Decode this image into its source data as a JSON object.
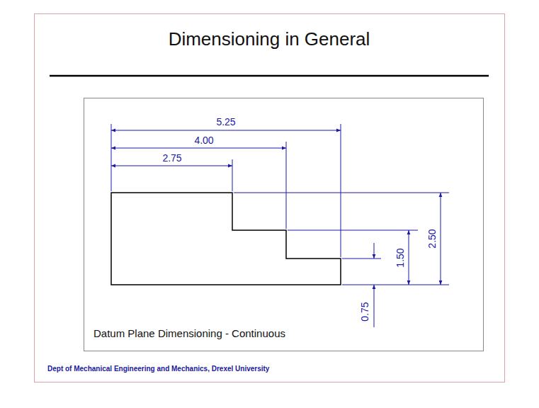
{
  "diagram": {
    "title": "Dimensioning in General",
    "caption": "Datum Plane Dimensioning - Continuous",
    "labels": [
      "5.25",
      "4.00",
      "2.75",
      "2.50",
      "1.50",
      "0.75",
      "Dept of Mechanical Engineering and Mechanics, Drexel University"
    ]
  }
}
